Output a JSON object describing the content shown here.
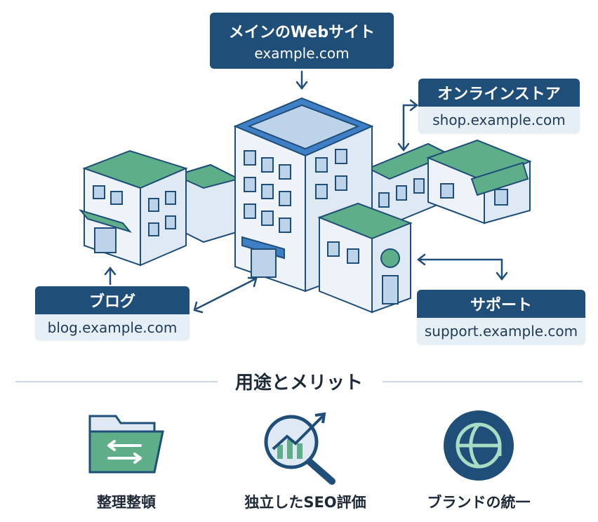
{
  "main_site": {
    "title": "メインのWebサイト",
    "url": "example.com"
  },
  "store": {
    "title": "オンラインストア",
    "url": "shop.example.com"
  },
  "blog": {
    "title": "ブログ",
    "url": "blog.example.com"
  },
  "support": {
    "title": "サポート",
    "url": "support.example.com"
  },
  "section_title": "用途とメリット",
  "features": [
    {
      "label": "整理整頓",
      "icon": "folder-swap-icon"
    },
    {
      "label": "独立したSEO評価",
      "icon": "magnifier-chart-icon"
    },
    {
      "label": "ブランドの統一",
      "icon": "globe-brand-icon"
    }
  ],
  "colors": {
    "navy": "#1f4e79",
    "light_blue": "#e6eef6",
    "green": "#5fae8a",
    "building": "#dfe9f4"
  }
}
